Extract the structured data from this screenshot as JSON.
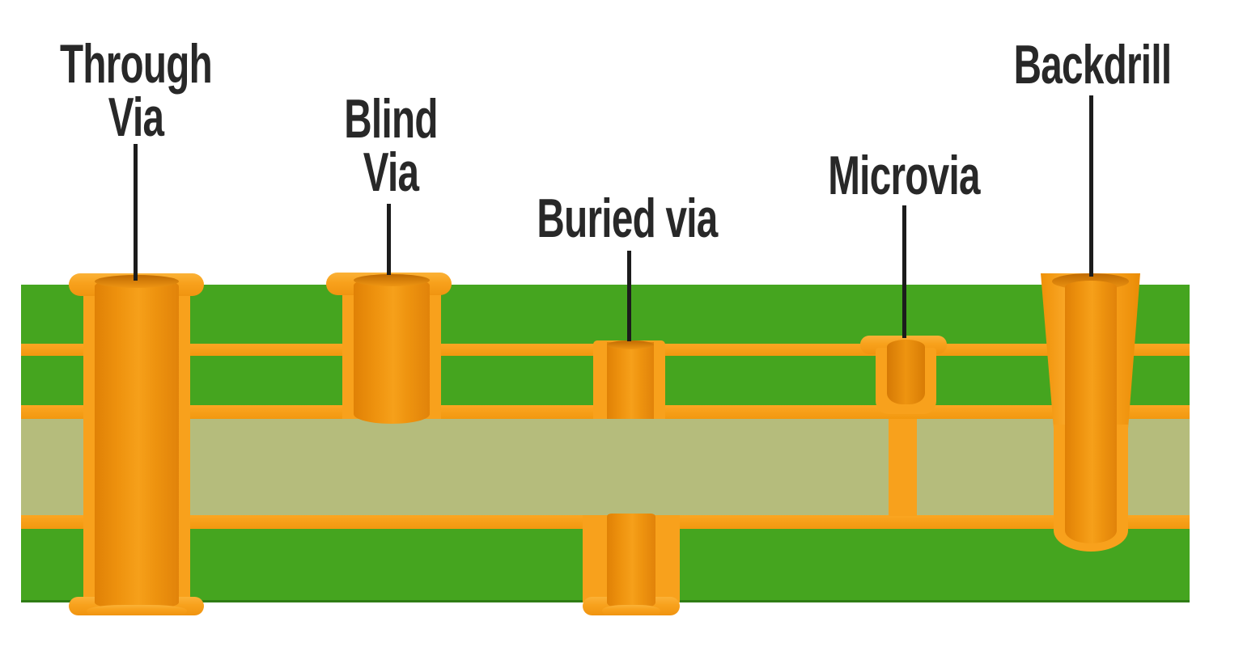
{
  "diagram": {
    "type": "pcb-via-cross-section",
    "labels": {
      "through": "Through\nVia",
      "blind": "Blind\nVia",
      "buried": "Buried via",
      "microvia": "Microvia",
      "backdrill": "Backdrill"
    },
    "colors": {
      "background": "#ffffff",
      "substrate_green": "#45a51f",
      "substrate_green_edge": "#2f7d15",
      "core_khaki": "#b5bc7c",
      "copper_light": "#f8a11c",
      "copper_barrel_dark": "#e08106",
      "leader_line": "#1c1c1c",
      "label_text": "#282828"
    }
  }
}
